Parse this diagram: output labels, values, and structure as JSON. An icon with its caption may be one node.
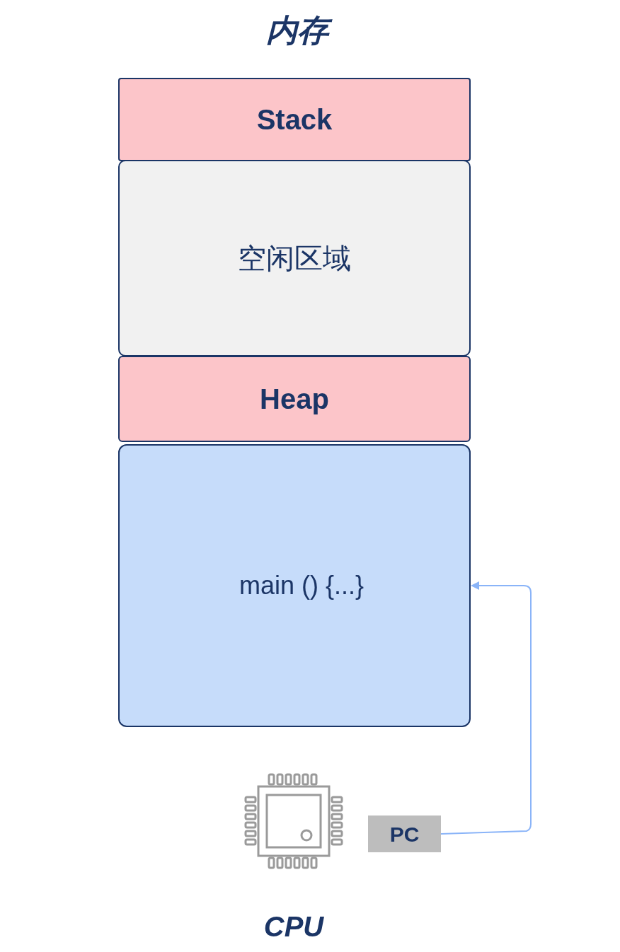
{
  "diagram": {
    "title": "内存",
    "nodes": [
      {
        "text": [
          "Stack"
        ]
      },
      {
        "text": [
          "空闲区域"
        ]
      },
      {
        "text": [
          "Heap"
        ]
      },
      {
        "text": [
          "main () {...}"
        ]
      },
      {
        "text": [
          "PC"
        ]
      }
    ],
    "edges": [
      {
        "from": 4,
        "to": 3,
        "arrow": "to",
        "color": "#8ab4f8"
      }
    ],
    "labels": [
      "CPU"
    ]
  }
}
